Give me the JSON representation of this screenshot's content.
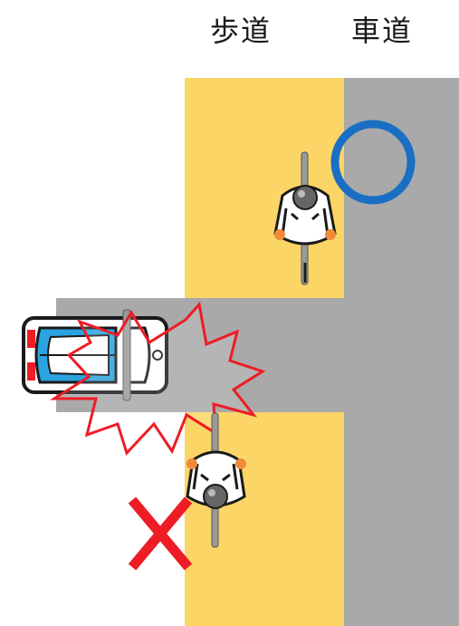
{
  "labels": {
    "sidewalk": "歩道",
    "roadway": "車道"
  },
  "colors": {
    "sidewalk": "#fbd566",
    "road": "#a9a9a9",
    "ok_mark": "#1a6fc4",
    "ng_mark": "#ee1c25",
    "impact": "#ee1c25",
    "car_glass": "#2aa3e0"
  },
  "symbols": {
    "ok": "circle-mark",
    "ng": "cross-mark",
    "impact": "collision-burst"
  }
}
